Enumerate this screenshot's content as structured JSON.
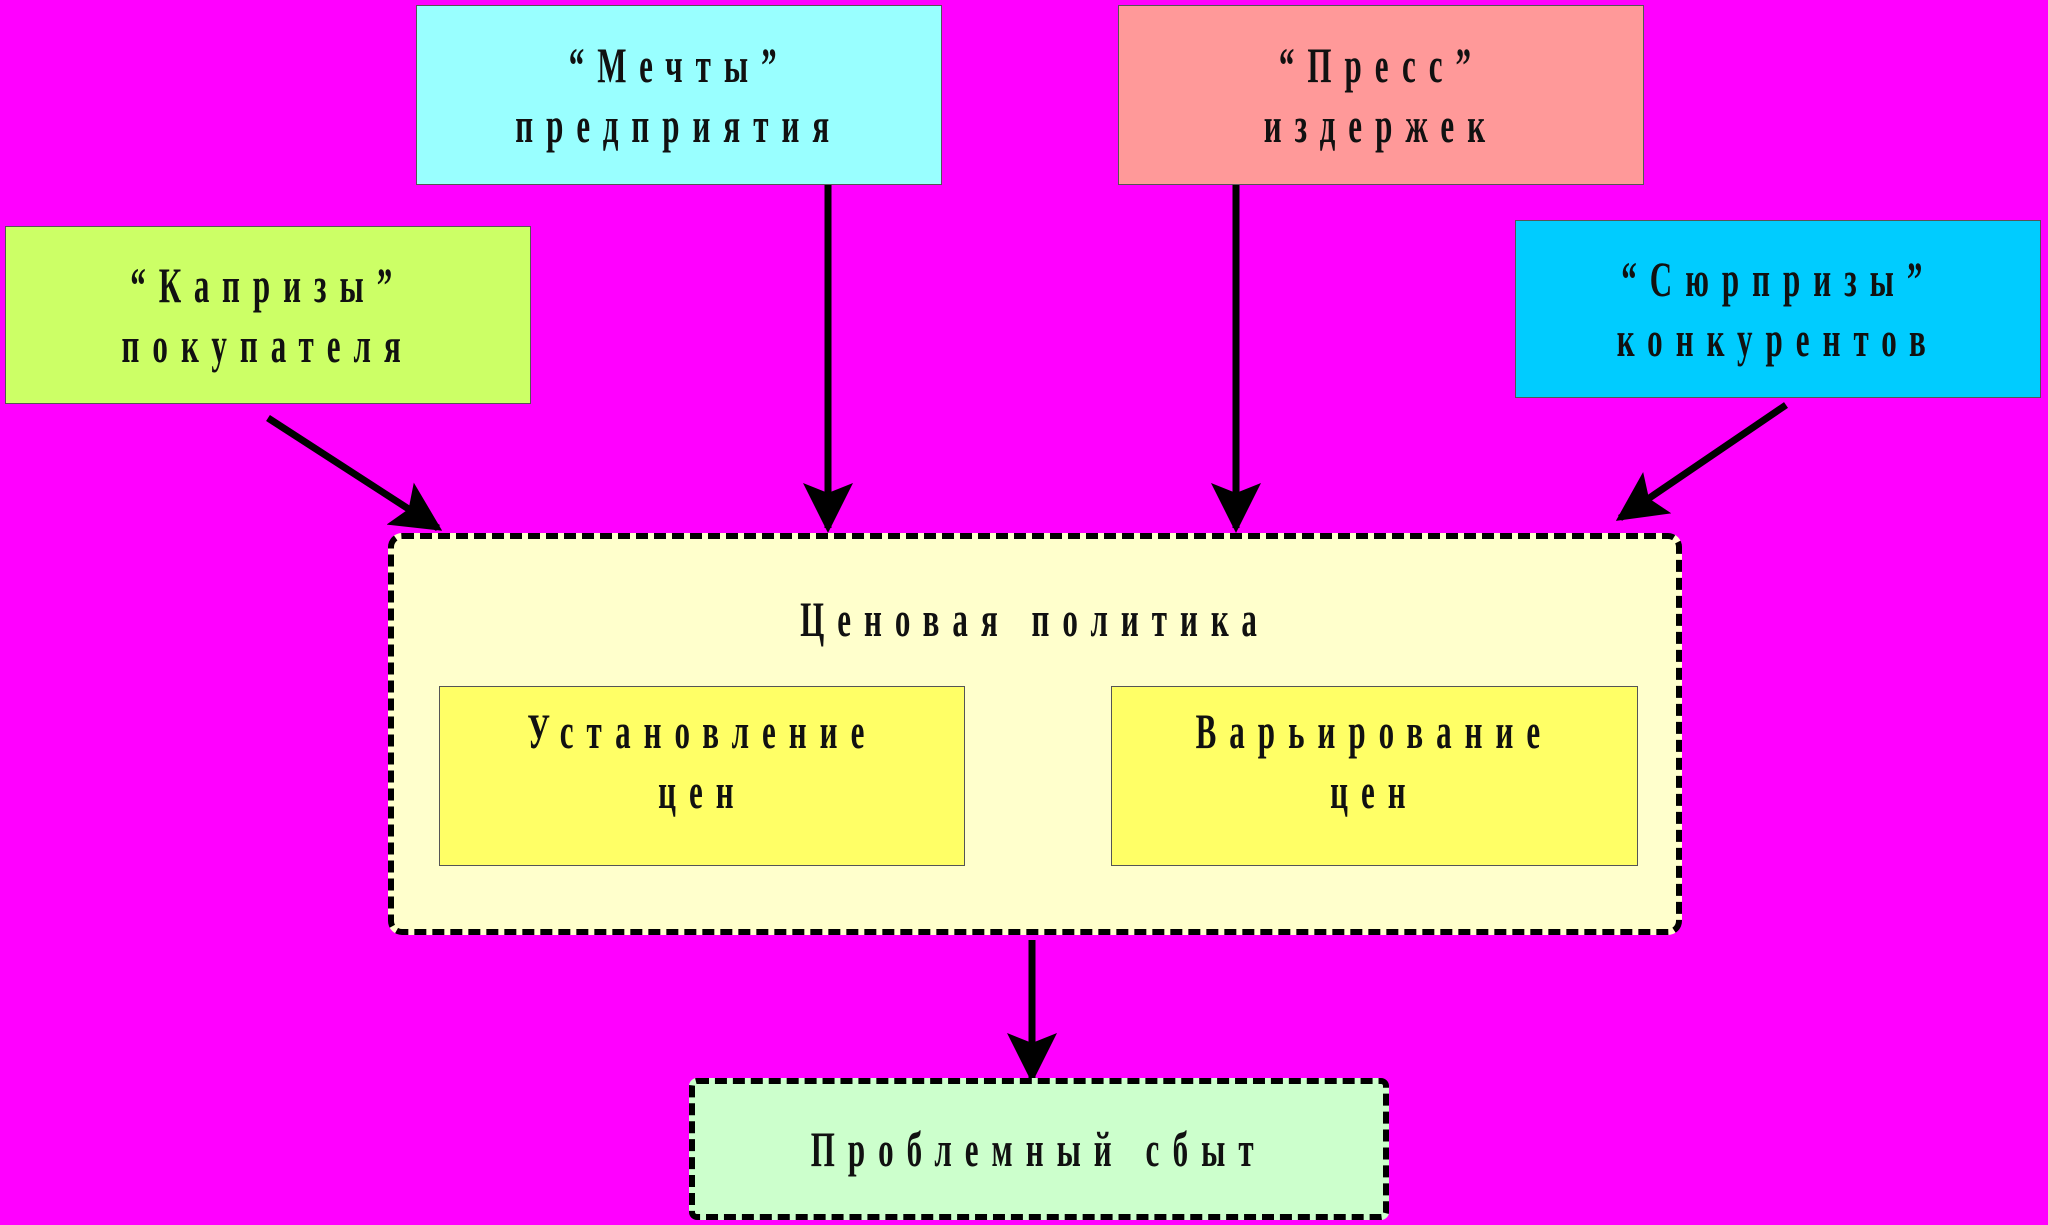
{
  "diagram": {
    "top_boxes": {
      "dreams": {
        "line1": "“Мечты”",
        "line2": "предприятия",
        "color": "#99ffff"
      },
      "press": {
        "line1": "“Пресс”",
        "line2": "издержек",
        "color": "#ff9999"
      },
      "whims": {
        "line1": "“Капризы”",
        "line2": "покупателя",
        "color": "#ccff66"
      },
      "surprises": {
        "line1": "“Сюрпризы”",
        "line2": "конкурентов",
        "color": "#00ccff"
      }
    },
    "policy": {
      "title": "Ценовая политика",
      "setting": {
        "line1": "Установление",
        "line2": "цен"
      },
      "varying": {
        "line1": "Варьирование",
        "line2": "цен"
      },
      "color": "#ffffcc"
    },
    "result": {
      "label": "Проблемный сбыт",
      "color": "#ccffcc"
    },
    "background": "#ff00ff"
  }
}
